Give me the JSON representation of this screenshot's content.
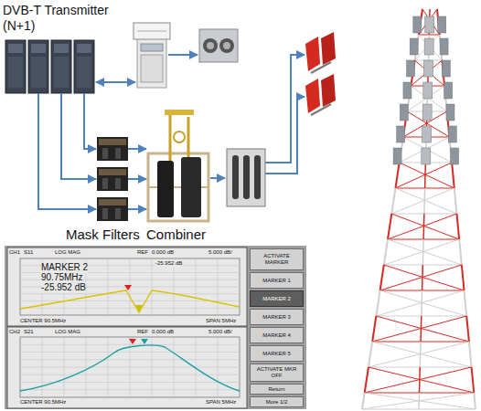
{
  "diagram": {
    "nodes": [
      {
        "text": [
          "ACTIVATE MARKER"
        ]
      },
      {
        "text": [
          "MARKER 1"
        ]
      },
      {
        "text": [
          "MARKER 2"
        ]
      },
      {
        "text": [
          "MARKER 3"
        ]
      },
      {
        "text": [
          "MARKER 4"
        ]
      },
      {
        "text": [
          "MARKER 5"
        ]
      },
      {
        "text": [
          "ACTIVATE MKR OFF"
        ]
      },
      {
        "text": [
          "Return"
        ]
      },
      {
        "text": [
          "More 1/2"
        ]
      }
    ],
    "labels": [
      "DVB-T Transmitter (N+1)",
      "Mask Filters",
      "Combiner",
      "CH1",
      "S11",
      "LOG MAG",
      "REF",
      "0.000 dB",
      "5.000 dB/",
      "-25.952 dB",
      "MARKER 2",
      "90.75MHz",
      "-25.952 dB",
      "CENTER 90.5MHz",
      "SPAN 5MHz",
      "CH2",
      "S21",
      "LOG MAG",
      "REF",
      "0.000 dB",
      "5.000 dB/",
      "CENTER 90.5MHz",
      "SPAN 5MHz"
    ]
  }
}
